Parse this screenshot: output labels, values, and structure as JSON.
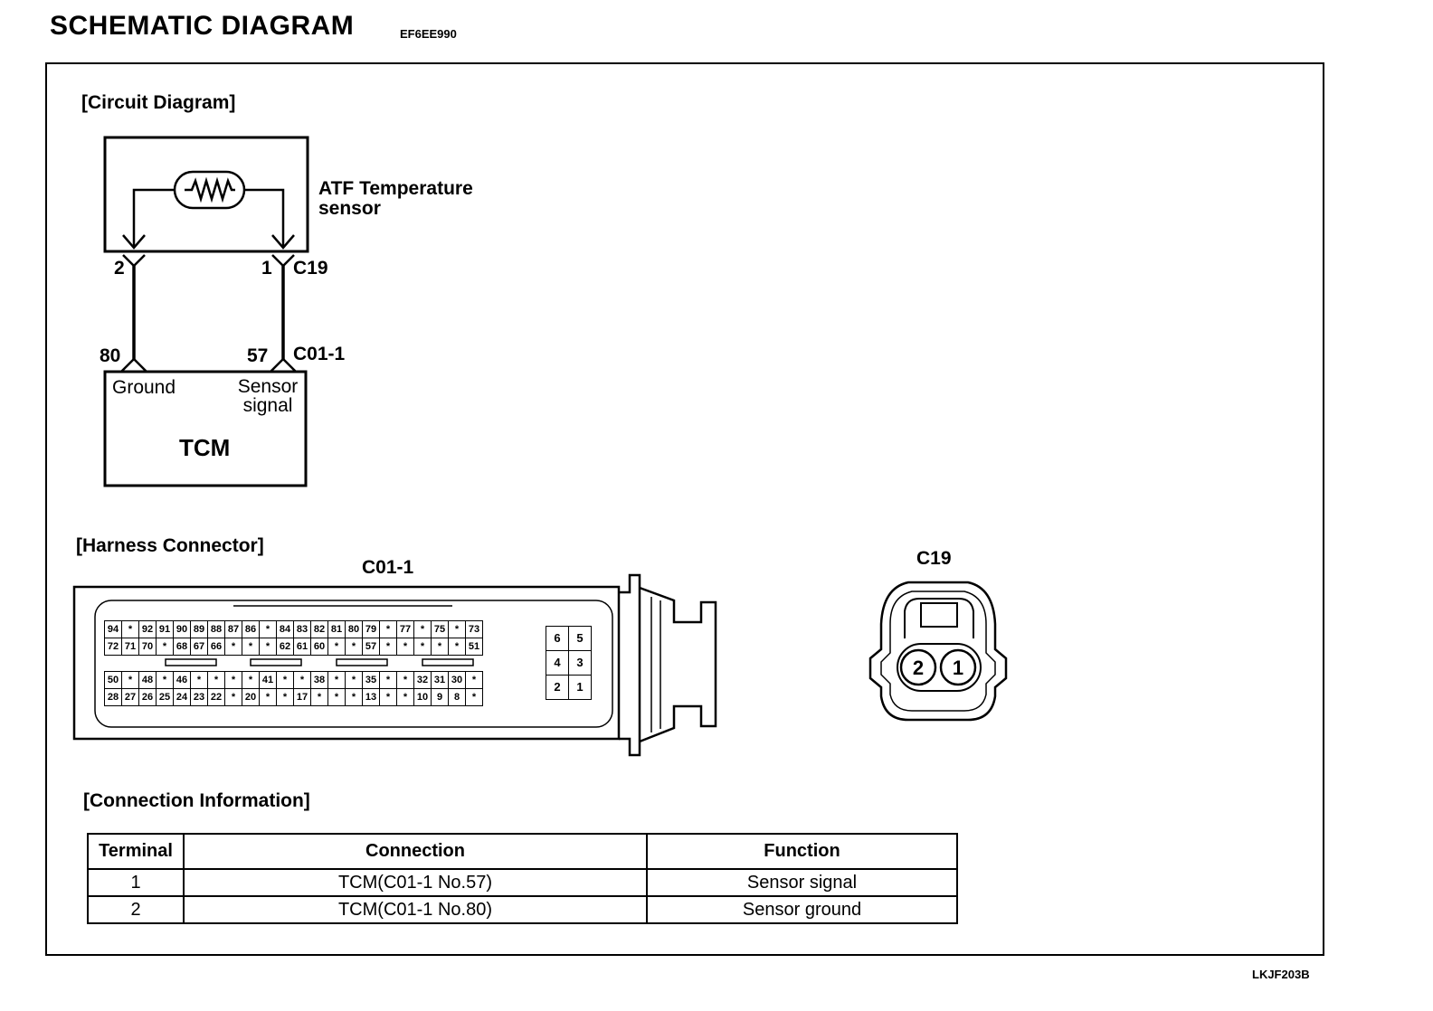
{
  "header": {
    "title": "SCHEMATIC DIAGRAM",
    "code": "EF6EE990"
  },
  "circuit": {
    "section_label": "[Circuit Diagram]",
    "sensor_label_line1": "ATF Temperature",
    "sensor_label_line2": "sensor",
    "sensor_pin_left": "2",
    "sensor_pin_right": "1",
    "sensor_connector": "C19",
    "tcm_pin_left": "80",
    "tcm_pin_right": "57",
    "tcm_connector": "C01-1",
    "tcm_ground_label": "Ground",
    "tcm_signal_label_line1": "Sensor",
    "tcm_signal_label_line2": "signal",
    "tcm_label": "TCM"
  },
  "harness": {
    "section_label": "[Harness Connector]",
    "c01_title": "C01-1",
    "c19_title": "C19",
    "c01_rows": [
      [
        "94",
        "*",
        "92",
        "91",
        "90",
        "89",
        "88",
        "87",
        "86",
        "*",
        "84",
        "83",
        "82",
        "81",
        "80",
        "79",
        "*",
        "77",
        "*",
        "75",
        "*",
        "73"
      ],
      [
        "72",
        "71",
        "70",
        "*",
        "68",
        "67",
        "66",
        "*",
        "*",
        "*",
        "62",
        "61",
        "60",
        "*",
        "*",
        "57",
        "*",
        "*",
        "*",
        "*",
        "*",
        "51"
      ],
      [
        "50",
        "*",
        "48",
        "*",
        "46",
        "*",
        "*",
        "*",
        "*",
        "41",
        "*",
        "*",
        "38",
        "*",
        "*",
        "35",
        "*",
        "*",
        "32",
        "31",
        "30",
        "*"
      ],
      [
        "28",
        "27",
        "26",
        "25",
        "24",
        "23",
        "22",
        "*",
        "20",
        "*",
        "*",
        "17",
        "*",
        "*",
        "*",
        "13",
        "*",
        "*",
        "10",
        "9",
        "8",
        "*"
      ]
    ],
    "c01_side_rows": [
      [
        "6",
        "5"
      ],
      [
        "4",
        "3"
      ],
      [
        "2",
        "1"
      ]
    ],
    "c19_pins": [
      "2",
      "1"
    ]
  },
  "connection": {
    "section_label": "[Connection Information]",
    "headers": [
      "Terminal",
      "Connection",
      "Function"
    ],
    "rows": [
      [
        "1",
        "TCM(C01-1 No.57)",
        "Sensor signal"
      ],
      [
        "2",
        "TCM(C01-1 No.80)",
        "Sensor ground"
      ]
    ]
  },
  "footer": {
    "code": "LKJF203B"
  }
}
